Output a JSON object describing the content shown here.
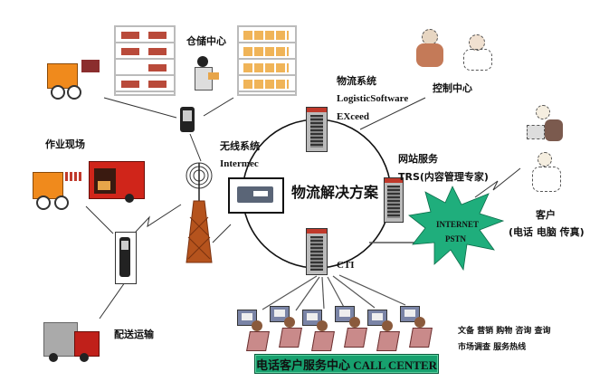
{
  "diagram": {
    "center_title": "物流解决方案",
    "nodes": {
      "warehouse": {
        "label": "仓储中心"
      },
      "worksite": {
        "label": "作业现场"
      },
      "delivery": {
        "label": "配送运输"
      },
      "wireless": {
        "label": "无线系统",
        "sub": "Intermec"
      },
      "logistics": {
        "label": "物流系统",
        "sub1": "LogisticSoftware",
        "sub2": "EXceed"
      },
      "control": {
        "label": "控制中心"
      },
      "web": {
        "label": "网站服务",
        "sub": "TRS(内容管理专家)"
      },
      "internet": {
        "line1": "INTERNET",
        "line2": "PSTN"
      },
      "customer": {
        "label": "客户",
        "sub": "(电话 电脑 传真)"
      },
      "cti": {
        "label": "CTI"
      },
      "callcenter": {
        "label": "电话客户服务中心 CALL CENTER",
        "services_line1": "文备 营销 购物 咨询 查询",
        "services_line2": "市场调查  服务热线"
      }
    },
    "colors": {
      "starburst": "#1fae7c",
      "callbar": "#17a06e",
      "server_red": "#c0392b",
      "orange": "#f08a1c"
    }
  }
}
